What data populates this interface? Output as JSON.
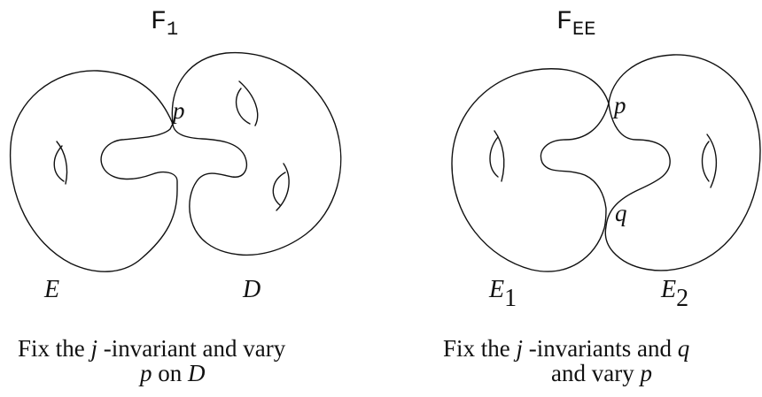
{
  "left_panel": {
    "title": "F",
    "title_sub": "1",
    "point_label": "p",
    "component_left_label": "E",
    "component_right_label": "D",
    "caption_line1_a": "Fix the ",
    "caption_line1_b": "j",
    "caption_line1_c": " -invariant and vary",
    "caption_line2_a": "p",
    "caption_line2_b": " on ",
    "caption_line2_c": "D"
  },
  "right_panel": {
    "title": "F",
    "title_sub": "EE",
    "point_p_label": "p",
    "point_q_label": "q",
    "component_left_label": "E",
    "component_left_sub": "1",
    "component_right_label": "E",
    "component_right_sub": "2",
    "caption_line1_a": "Fix the ",
    "caption_line1_b": "j",
    "caption_line1_c": " -invariants and ",
    "caption_line1_d": "q",
    "caption_line2_a": "and vary ",
    "caption_line2_b": "p"
  }
}
